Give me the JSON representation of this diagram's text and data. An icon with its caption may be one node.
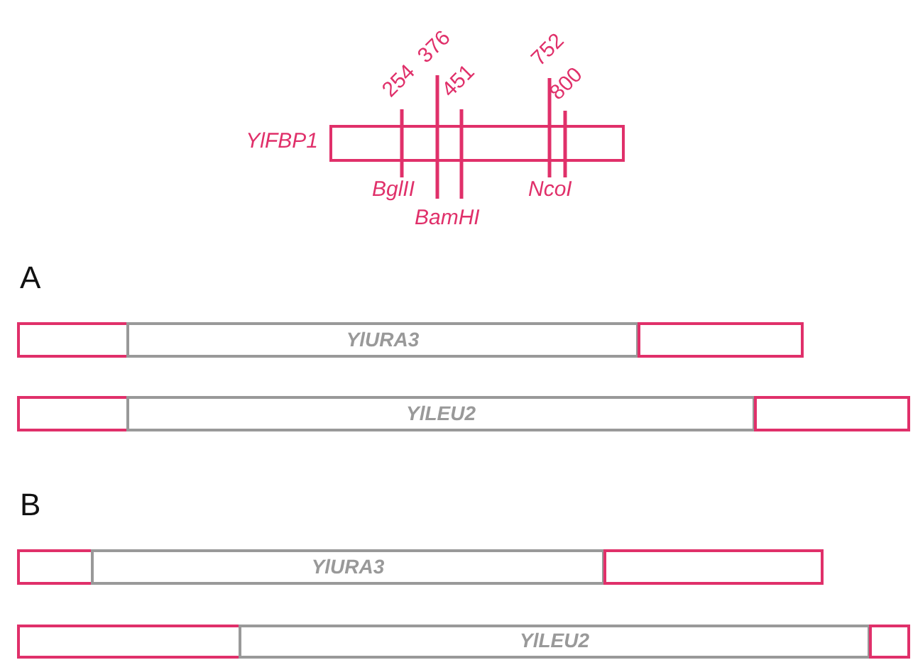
{
  "diagram": {
    "nodes": [
      {
        "text": [
          "YlFBP1"
        ]
      },
      {
        "text": [],
        "shape": "box"
      },
      {
        "text": [
          "YlURA3"
        ]
      },
      {
        "text": [],
        "shape": "box"
      },
      {
        "text": [],
        "shape": "box"
      },
      {
        "text": [
          "YlLEU2"
        ]
      },
      {
        "text": [],
        "shape": "box"
      },
      {
        "text": [],
        "shape": "box"
      },
      {
        "text": [
          "YlURA3"
        ]
      },
      {
        "text": [],
        "shape": "box"
      },
      {
        "text": [],
        "shape": "box"
      },
      {
        "text": [
          "YlLEU2"
        ]
      },
      {
        "text": [],
        "shape": "box"
      }
    ],
    "labels": [
      "376",
      "752",
      "254",
      "451",
      "800",
      "BglII",
      "NcoI",
      "BamHI",
      "A",
      "B"
    ]
  }
}
